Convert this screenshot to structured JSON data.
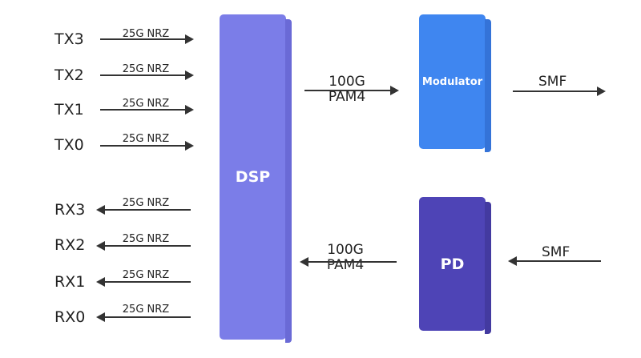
{
  "tx_lanes": [
    {
      "label": "TX3",
      "rate": "25G NRZ"
    },
    {
      "label": "TX2",
      "rate": "25G NRZ"
    },
    {
      "label": "TX1",
      "rate": "25G NRZ"
    },
    {
      "label": "TX0",
      "rate": "25G NRZ"
    }
  ],
  "rx_lanes": [
    {
      "label": "RX3",
      "rate": "25G NRZ"
    },
    {
      "label": "RX2",
      "rate": "25G NRZ"
    },
    {
      "label": "RX1",
      "rate": "25G NRZ"
    },
    {
      "label": "RX0",
      "rate": "25G NRZ"
    }
  ],
  "blocks": {
    "dsp": "DSP",
    "modulator": "Modulator",
    "pd": "PD"
  },
  "tx_link": {
    "line1": "100G",
    "line2": "PAM4"
  },
  "rx_link": {
    "line1": "100G",
    "line2": "PAM4"
  },
  "tx_fiber": "SMF",
  "rx_fiber": "SMF",
  "colors": {
    "dsp": "#7b7de8",
    "modulator": "#3f86f0",
    "pd": "#4e44b6"
  }
}
